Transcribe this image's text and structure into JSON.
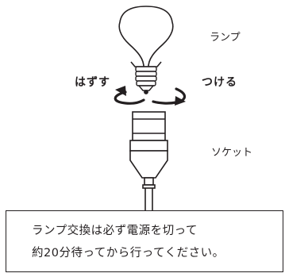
{
  "labels": {
    "lamp": "ランプ",
    "socket": "ソケット",
    "remove": "はずす",
    "attach": "つける"
  },
  "notice": {
    "line1": "ランプ交換は必ず電源を切って",
    "line2": "約20分待ってから行ってください。"
  },
  "colors": {
    "line": "#231f20",
    "background": "#ffffff"
  }
}
